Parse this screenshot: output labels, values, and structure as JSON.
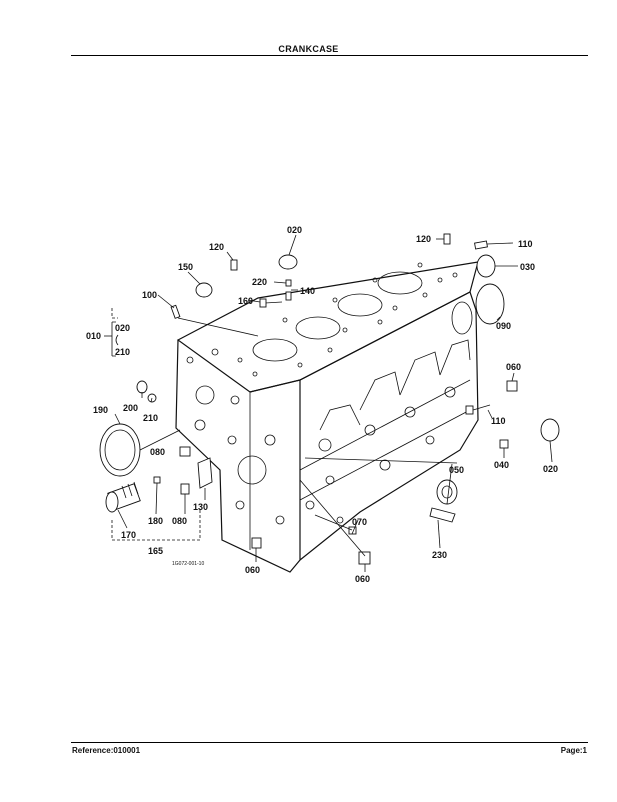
{
  "header": {
    "title": "CRANKCASE"
  },
  "footer": {
    "reference": "Reference:010001",
    "page": "Page:1"
  },
  "diagram": {
    "figure_code": "1G072-001-10",
    "callouts": {
      "c020_top": "020",
      "c120_left": "120",
      "c120_right": "120",
      "c110_top": "110",
      "c030": "030",
      "c150": "150",
      "c220": "220",
      "c140": "140",
      "c100": "100",
      "c160": "160",
      "c090": "090",
      "c010": "010",
      "c020_bracket": "020",
      "c210_bracket": "210",
      "c060_right": "060",
      "c200": "200",
      "c210": "210",
      "c190": "190",
      "c110_mid": "110",
      "c080_a": "080",
      "c040": "040",
      "c020_right": "020",
      "c050": "050",
      "c130": "130",
      "c180": "180",
      "c080_b": "080",
      "c170": "170",
      "c070": "070",
      "c165": "165",
      "c230": "230",
      "c060_bl": "060",
      "c060_bc": "060"
    }
  }
}
